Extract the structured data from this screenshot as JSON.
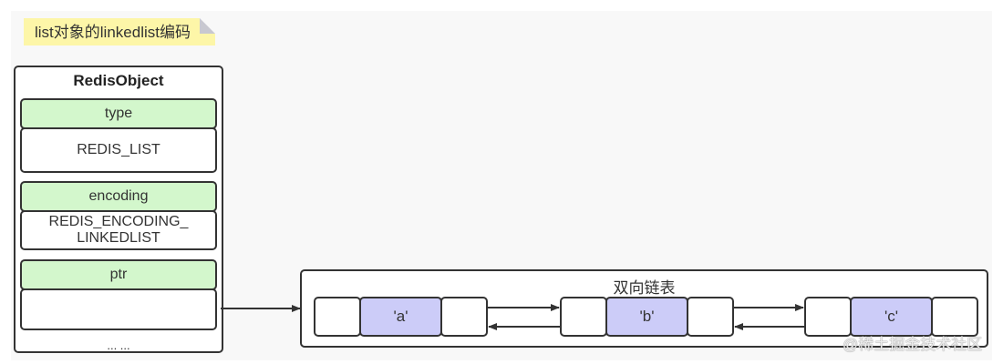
{
  "note": {
    "text": "list对象的linkedlist编码"
  },
  "redis_object": {
    "title": "RedisObject",
    "fields": [
      {
        "label": "type",
        "value": "REDIS_LIST"
      },
      {
        "label": "encoding",
        "value_line1": "REDIS_ENCODING_",
        "value_line2": "LINKEDLIST"
      },
      {
        "label": "ptr",
        "value": ""
      }
    ],
    "ellipsis": "... ..."
  },
  "linked_list": {
    "title": "双向链表",
    "nodes": [
      {
        "value": "'a'"
      },
      {
        "value": "'b'"
      },
      {
        "value": "'c'"
      }
    ]
  },
  "colors": {
    "field_label_bg": "#d3f7cc",
    "node_value_bg": "#ccccf8",
    "note_bg": "#fdf6a8"
  },
  "watermark": "@稀土掘金技术社区"
}
